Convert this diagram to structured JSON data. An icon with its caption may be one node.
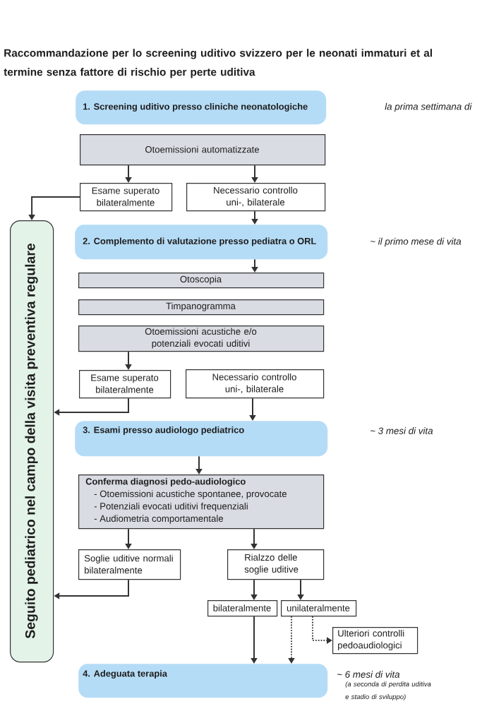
{
  "diagram": {
    "title": "Raccommandazione per lo screening uditivo svizzero per le neonati immaturi et al termine senza fattore di rischio per perte uditiva",
    "nodes": [
      {
        "text": [
          "1. Screening uditivo presso cliniche neonatologiche"
        ]
      },
      {
        "text": [
          "Otoemissioni automatizzate"
        ]
      },
      {
        "text": [
          "Esame superato bilateralmente"
        ]
      },
      {
        "text": [
          "Necessario controllo uni-, bilaterale"
        ]
      },
      {
        "text": [
          "Seguito pediatrico nel campo della visita preventiva regulare"
        ]
      },
      {
        "text": [
          "2. Complemento di valutazione presso pediatra o ORL"
        ]
      },
      {
        "text": [
          "Otoscopia"
        ]
      },
      {
        "text": [
          "Timpanogramma"
        ]
      },
      {
        "text": [
          "Otoemissioni acustiche e/o potenziali evocati uditivi"
        ]
      },
      {
        "text": [
          "Esame superato bilateralmente"
        ]
      },
      {
        "text": [
          "Necessario controllo uni-, bilaterale"
        ]
      },
      {
        "text": [
          "3. Esami presso audiologo pediatrico"
        ]
      },
      {
        "text": [
          "Conferma diagnosi pedo-audiologico",
          "- Otoemissioni acustiche spontanee, provocate",
          "- Potenziali evocati uditivi frequenziali",
          "- Audiometria comportamentale"
        ]
      },
      {
        "text": [
          "Soglie uditive normali bilateralmente"
        ]
      },
      {
        "text": [
          "Rialzzo delle soglie uditive"
        ]
      },
      {
        "text": [
          "bilateralmente"
        ]
      },
      {
        "text": [
          "unilateralmente"
        ]
      },
      {
        "text": [
          "Ulteriori controlli pedoaudiologici"
        ]
      },
      {
        "text": [
          "4. Adeguata terapia"
        ],
        "beside": [
          "~ 6 mesi di vita",
          "(a seconda di perdita uditiva e stadio di sviluppo)"
        ]
      }
    ],
    "edges": [
      {
        "from": 1,
        "to": 2,
        "arrow": "to"
      },
      {
        "from": 1,
        "to": 3,
        "arrow": "to"
      },
      {
        "from": 2,
        "to": 4,
        "arrow": "to"
      },
      {
        "from": 3,
        "to": 5,
        "arrow": "to"
      },
      {
        "from": 5,
        "to": 6,
        "arrow": "to"
      },
      {
        "from": 8,
        "to": 9,
        "arrow": "to"
      },
      {
        "from": 9,
        "to": 4,
        "arrow": "to"
      },
      {
        "from": 10,
        "to": 11,
        "arrow": "to"
      },
      {
        "from": 11,
        "to": 12,
        "arrow": "to"
      },
      {
        "from": 12,
        "to": 13,
        "arrow": "to"
      },
      {
        "from": 12,
        "to": 14,
        "arrow": "to"
      },
      {
        "from": 13,
        "to": 4,
        "arrow": "to"
      },
      {
        "from": 14,
        "to": 15,
        "arrow": "to"
      },
      {
        "from": 14,
        "to": 16,
        "arrow": "to"
      },
      {
        "from": 15,
        "to": 18,
        "arrow": "to"
      },
      {
        "from": 16,
        "to": 18,
        "arrow": "to",
        "style": "dashed"
      },
      {
        "from": 16,
        "to": 17,
        "arrow": "to",
        "style": "dashed"
      }
    ],
    "labels": [
      "la prima settimana di",
      "~ il primo mese di vita",
      "~ 3 mesi di vita"
    ]
  }
}
